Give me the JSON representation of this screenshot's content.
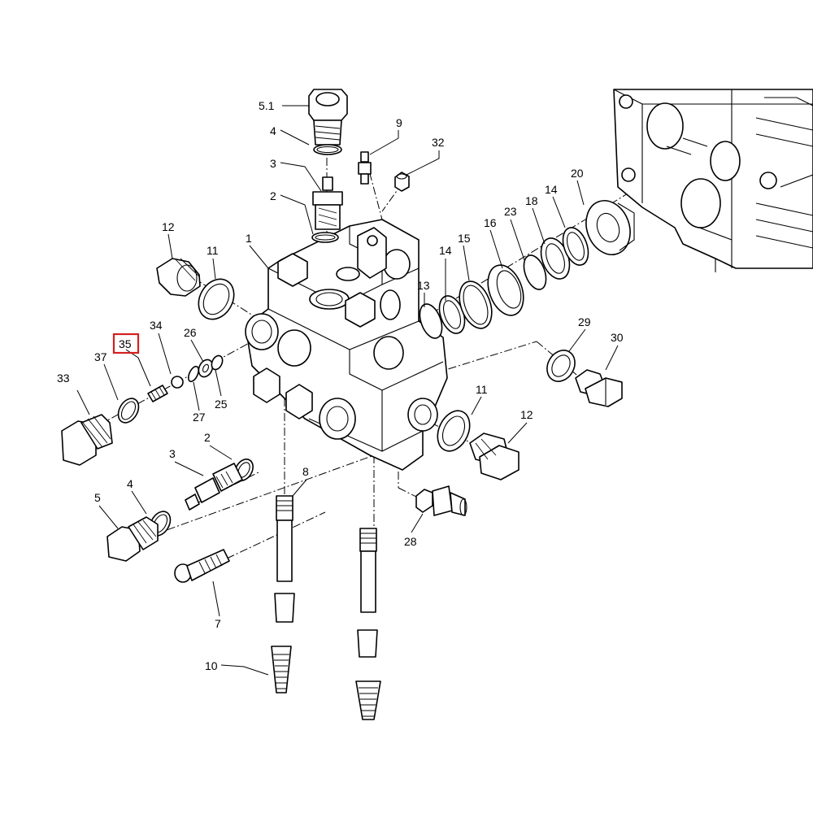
{
  "highlight_color": "#d42020",
  "callouts": {
    "c5_1": "5.1",
    "c4_top": "4",
    "c3_top": "3",
    "c2_top": "2",
    "c9": "9",
    "c32": "32",
    "c20": "20",
    "c14_r": "14",
    "c18": "18",
    "c23": "23",
    "c16": "16",
    "c15": "15",
    "c14_l": "14",
    "c13": "13",
    "c12_top": "12",
    "c11_top": "11",
    "c1": "1",
    "c35": "35",
    "c34": "34",
    "c37": "37",
    "c26": "26",
    "c33": "33",
    "c25": "25",
    "c27": "27",
    "c29": "29",
    "c30": "30",
    "c11_r": "11",
    "c12_r": "12",
    "c2_l": "2",
    "c3_l": "3",
    "c4_l": "4",
    "c5_l": "5",
    "c8": "8",
    "c28": "28",
    "c7": "7",
    "c10": "10"
  }
}
